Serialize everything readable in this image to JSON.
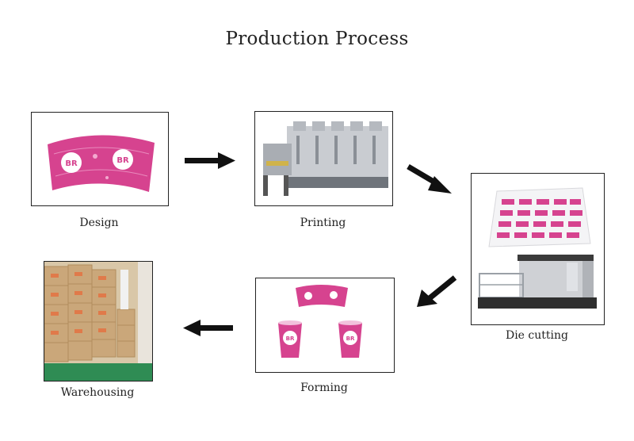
{
  "title": "Production Process",
  "steps": [
    {
      "label": "Design"
    },
    {
      "label": "Printing"
    },
    {
      "label": "Die cutting"
    },
    {
      "label": "Forming"
    },
    {
      "label": "Warehousing"
    }
  ],
  "colors": {
    "brand_pink": "#d6438f",
    "arrow": "#111111",
    "box_border": "#222222"
  }
}
